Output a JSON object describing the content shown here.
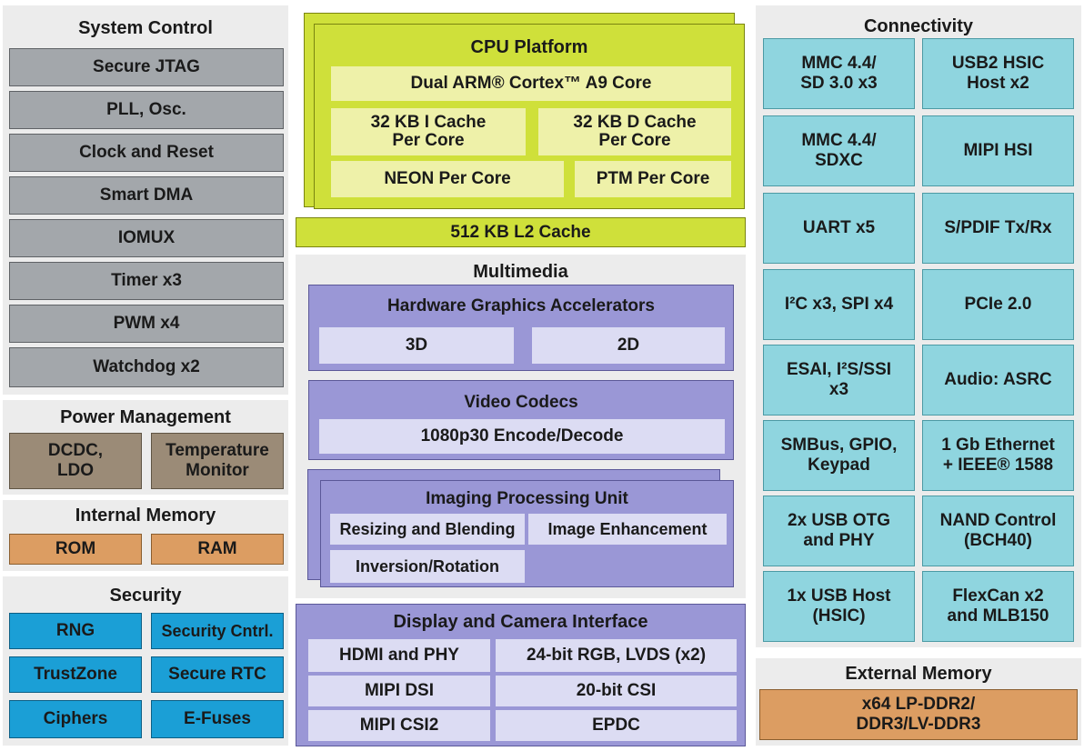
{
  "system_control": {
    "title": "System Control",
    "items": [
      "Secure JTAG",
      "PLL, Osc.",
      "Clock and Reset",
      "Smart DMA",
      "IOMUX",
      "Timer x3",
      "PWM x4",
      "Watchdog  x2"
    ]
  },
  "power_management": {
    "title": "Power Management",
    "items": [
      "DCDC,\nLDO",
      "Temperature\nMonitor"
    ]
  },
  "internal_memory": {
    "title": "Internal Memory",
    "items": [
      "ROM",
      "RAM"
    ]
  },
  "security": {
    "title": "Security",
    "items": [
      "RNG",
      "Security Cntrl.",
      "TrustZone",
      "Secure RTC",
      "Ciphers",
      "E-Fuses"
    ]
  },
  "cpu_platform": {
    "title": "CPU Platform",
    "core": "Dual ARM® Cortex™ A9 Core",
    "icache": "32 KB I Cache\nPer Core",
    "dcache": "32 KB D Cache\nPer Core",
    "neon": "NEON Per Core",
    "ptm": "PTM Per Core",
    "l2": "512 KB L2 Cache"
  },
  "multimedia": {
    "title": "Multimedia",
    "graphics": {
      "title": "Hardware Graphics Accelerators",
      "items": [
        "3D",
        "2D"
      ]
    },
    "video": {
      "title": "Video Codecs",
      "item": "1080p30 Encode/Decode"
    },
    "ipu": {
      "title": "Imaging Processing Unit",
      "items": [
        "Resizing and Blending",
        "Image Enhancement",
        "Inversion/Rotation"
      ]
    }
  },
  "display_camera": {
    "title": "Display and Camera Interface",
    "items": [
      "HDMI and PHY",
      "24-bit RGB, LVDS (x2)",
      "MIPI DSI",
      "20-bit CSI",
      "MIPI CSI2",
      "EPDC"
    ]
  },
  "connectivity": {
    "title": "Connectivity",
    "items": [
      "MMC 4.4/\nSD 3.0 x3",
      "USB2 HSIC\nHost x2",
      "MMC 4.4/\nSDXC",
      "MIPI HSI",
      "UART x5",
      "S/PDIF Tx/Rx",
      "I²C x3, SPI x4",
      "PCIe 2.0",
      "ESAI, I²S/SSI\nx3",
      "Audio: ASRC",
      "SMBus, GPIO,\nKeypad",
      "1 Gb Ethernet\n+ IEEE® 1588",
      "2x USB OTG\nand PHY",
      "NAND Control\n(BCH40)",
      "1x USB Host\n(HSIC)",
      "FlexCan x2\nand MLB150"
    ]
  },
  "external_memory": {
    "title": "External Memory",
    "item": "x64 LP-DDR2/\nDDR3/LV-DDR3"
  },
  "colors": {
    "gray_block": "#a3a7ab",
    "brown_block": "#9b8b77",
    "orange_block": "#dc9d62",
    "blue_block": "#1b9fd6",
    "cyan_block": "#8fd5df",
    "cpu_green": "#cfe03a",
    "multimedia_purple": "#9a97d6",
    "panel_bg": "#ececec"
  }
}
